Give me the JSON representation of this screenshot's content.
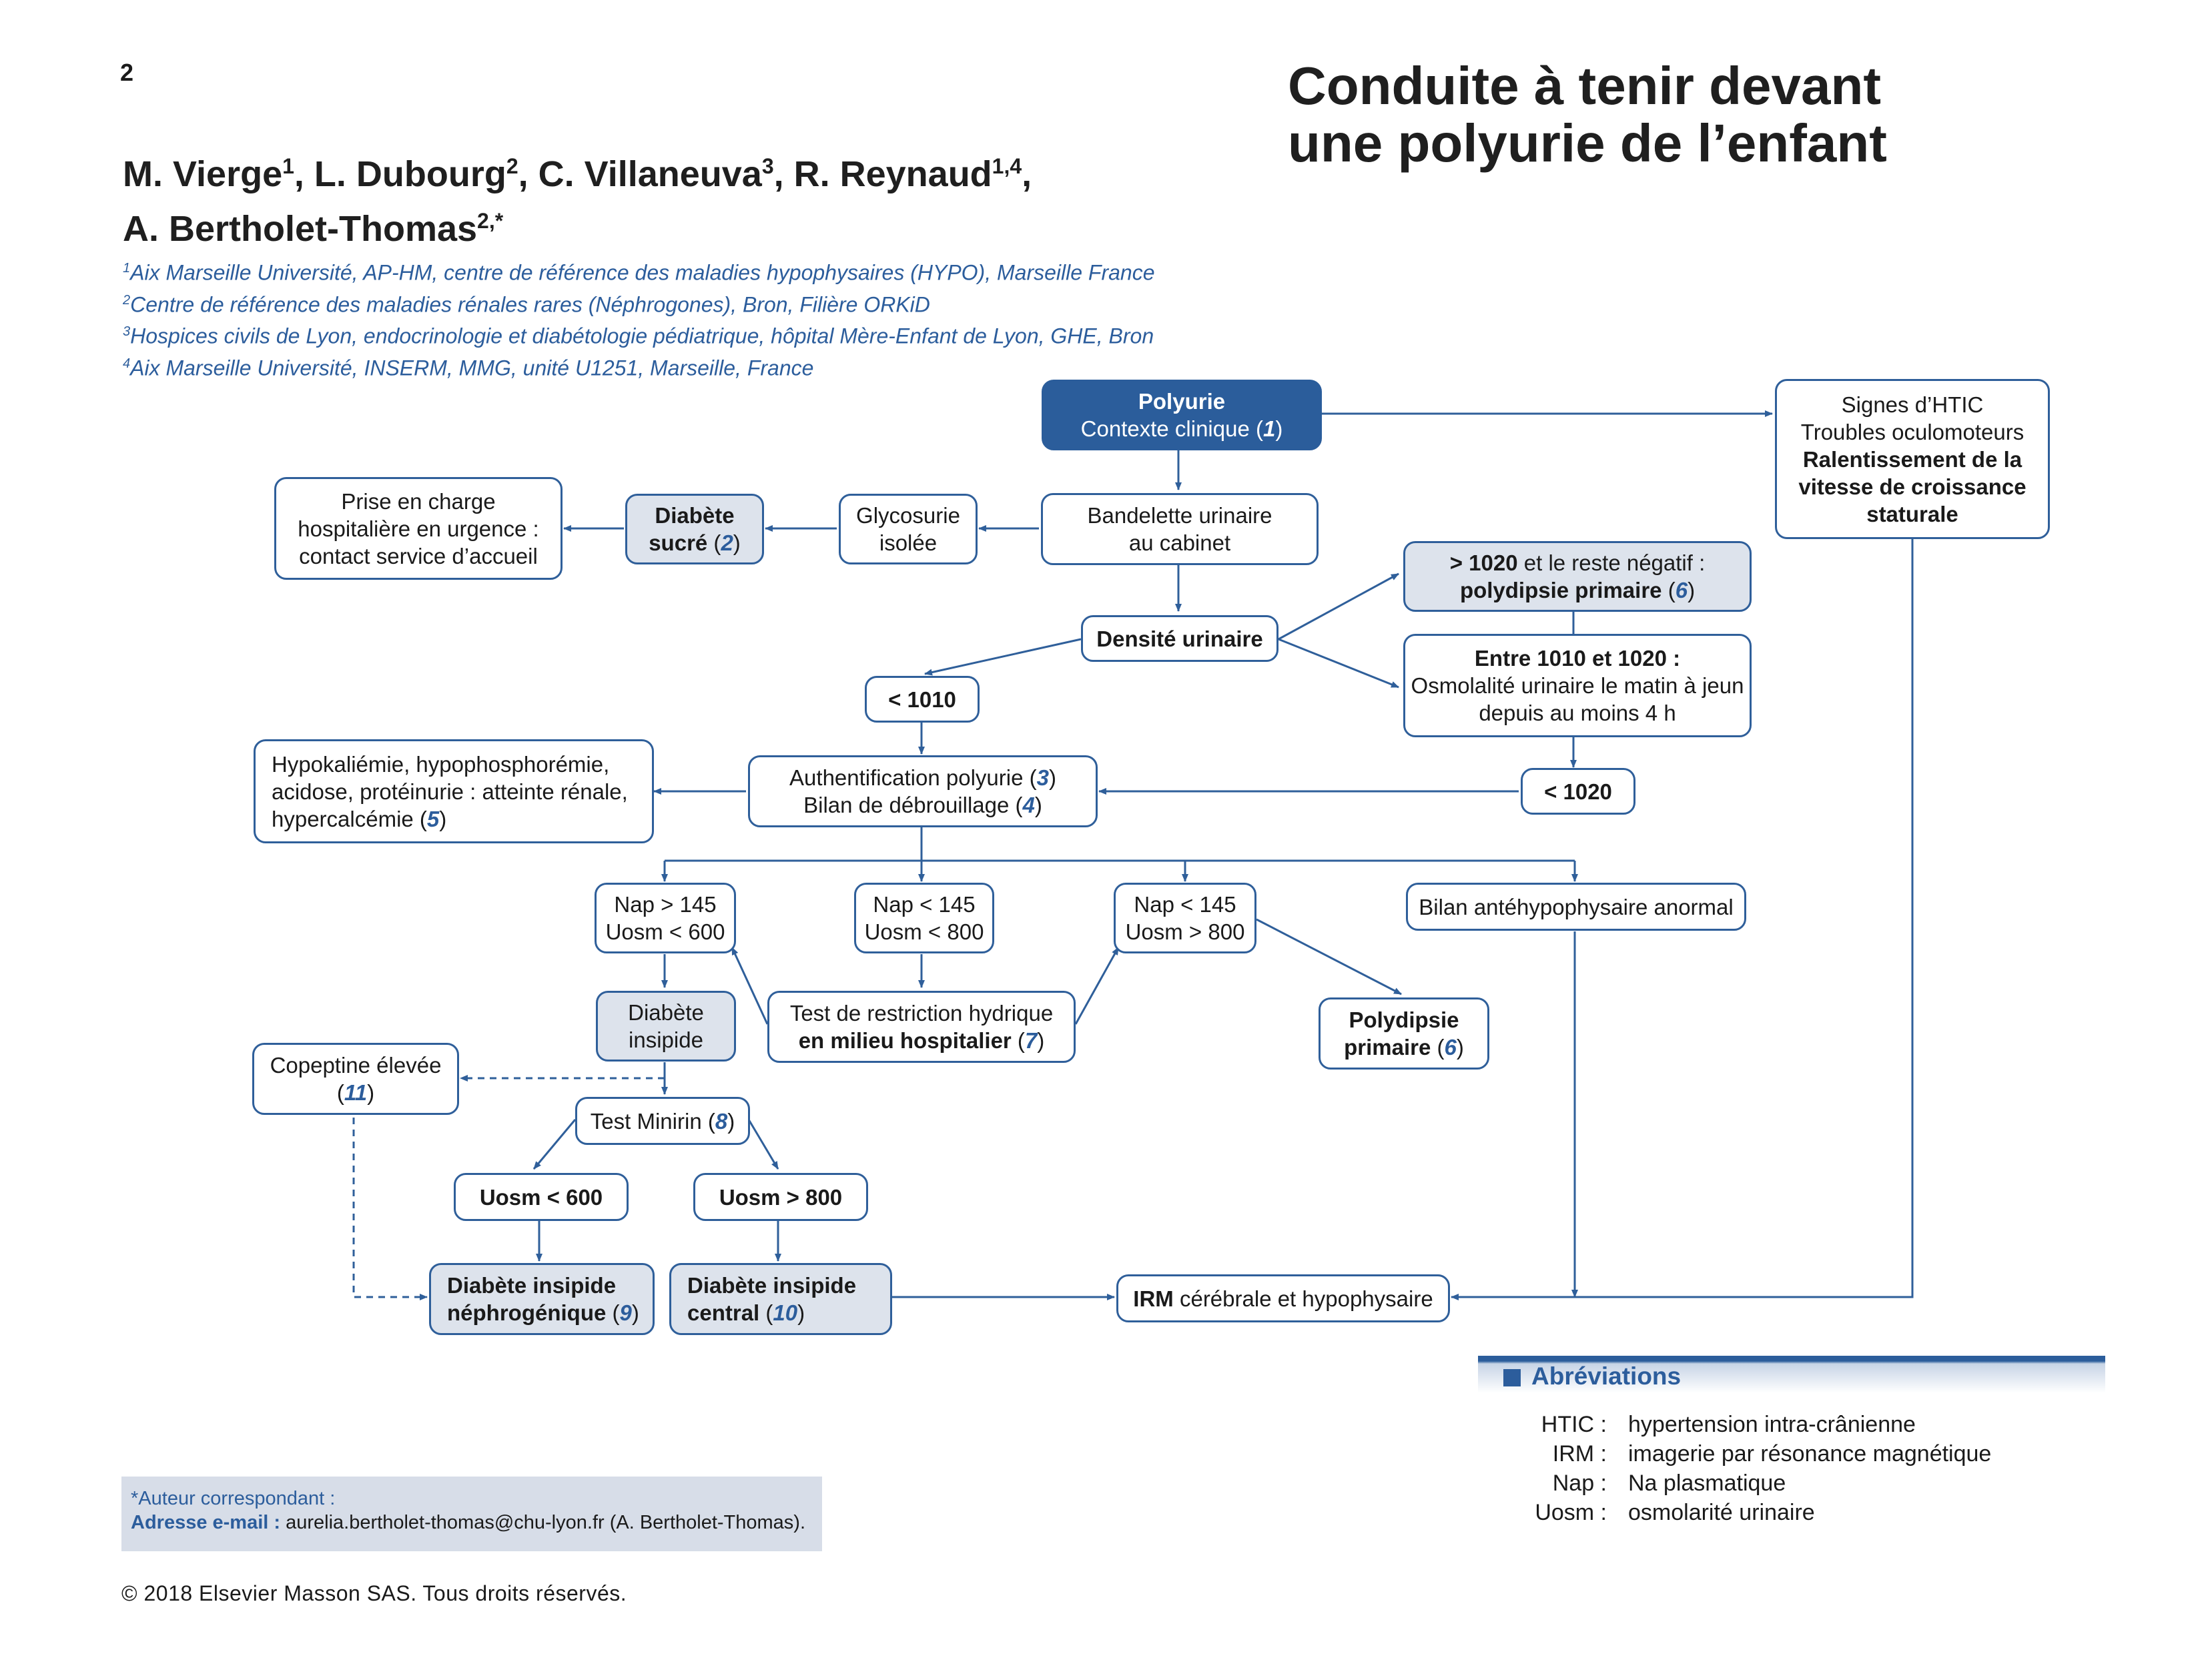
{
  "header": {
    "page_number": "2",
    "title_line1": "Conduite à tenir devant",
    "title_line2": "une polyurie de l’enfant"
  },
  "authors": {
    "a1": "M. Vierge",
    "a1_sup": "1",
    "a2": ", L. Dubourg",
    "a2_sup": "2",
    "a3": ", C. Villaneuva",
    "a3_sup": "3",
    "a4": ", R. Reynaud",
    "a4_sup": "1,4",
    "a4_after": ",",
    "a5": "A. Bertholet-Thomas",
    "a5_sup": "2,*"
  },
  "affiliations": [
    {
      "sup": "1",
      "text": "Aix Marseille Université, AP-HM, centre de référence des maladies hypophysaires (HYPO), Marseille France"
    },
    {
      "sup": "2",
      "text": "Centre de référence des maladies rénales rares (Néphrogones), Bron, Filière ORKiD"
    },
    {
      "sup": "3",
      "text": "Hospices civils de Lyon, endocrinologie et diabétologie pédiatrique, hôpital Mère-Enfant de Lyon, GHE, Bron"
    },
    {
      "sup": "4",
      "text": "Aix Marseille Université, INSERM, MMG, unité U1251, Marseille, France"
    }
  ],
  "nodes": {
    "polyurie": {
      "l1": "Polyurie",
      "l2": "Contexte clinique (",
      "ref": "1",
      "close": ")"
    },
    "htic": {
      "l1": "Signes d’HTIC",
      "l2": "Troubles oculomoteurs",
      "l3": "Ralentissement de la",
      "l4": "vitesse de croissance",
      "l5": "staturale"
    },
    "prise": {
      "l1": "Prise en charge",
      "l2": "hospitalière en urgence :",
      "l3": "contact service d’accueil"
    },
    "diabete_sucre": {
      "l1": "Diabète",
      "l2": "sucré",
      "l2b": " (",
      "ref": "2",
      "close": ")"
    },
    "glycosurie": {
      "l1": "Glycosurie",
      "l2": "isolée"
    },
    "bandelette": {
      "l1": "Bandelette urinaire",
      "l2": "au cabinet"
    },
    "sup1020": {
      "bold": "> 1020",
      "rest": " et le reste négatif :",
      "l2": "polydipsie primaire",
      "l2b": " (",
      "ref": "6",
      "close": ")"
    },
    "densite": {
      "l1": "Densité urinaire"
    },
    "entre": {
      "l1": "Entre 1010 et 1020 :",
      "l2": "Osmolalité urinaire le matin à jeun",
      "l3": "depuis au moins 4 h"
    },
    "inf1010": {
      "l1": "< 1010"
    },
    "inf1020": {
      "l1": "< 1020"
    },
    "hypok": {
      "l1": "Hypokaliémie, hypophosphorémie,",
      "l2": "acidose, protéinurie : atteinte rénale,",
      "l3": "hypercalcémie (",
      "ref": "5",
      "close": ")"
    },
    "auth": {
      "l1": "Authentification polyurie (",
      "ref1": "3",
      "c1": ")",
      "l2": "Bilan de débrouillage (",
      "ref2": "4",
      "c2": ")"
    },
    "nap1": {
      "l1": "Nap > 145",
      "l2": "Uosm < 600"
    },
    "nap2": {
      "l1": "Nap < 145",
      "l2": "Uosm < 800"
    },
    "nap3": {
      "l1": "Nap < 145",
      "l2": "Uosm > 800"
    },
    "bilan_ante": {
      "l1": "Bilan antéhypophysaire anormal"
    },
    "di": {
      "l1": "Diabète",
      "l2": "insipide"
    },
    "test_restr": {
      "l1": "Test de restriction hydrique",
      "l2": "en milieu hospitalier",
      "l2b": " (",
      "ref": "7",
      "close": ")"
    },
    "polydipsie": {
      "l1": "Polydipsie",
      "l2": "primaire",
      "l2b": " (",
      "ref": "6",
      "close": ")"
    },
    "copeptine": {
      "l1": "Copeptine élevée",
      "l2": "(",
      "ref": "11",
      "close": ")"
    },
    "minirin": {
      "l1": "Test Minirin (",
      "ref": "8",
      "close": ")"
    },
    "uosm600": {
      "l1": "Uosm < 600"
    },
    "uosm800": {
      "l1": "Uosm > 800"
    },
    "di_nephro": {
      "l1": "Diabète insipide",
      "l2": "néphrogénique",
      "l2b": " (",
      "ref": "9",
      "close": ")"
    },
    "di_central": {
      "l1": "Diabète insipide",
      "l2": "central",
      "l2b": " (",
      "ref": "10",
      "close": ")"
    },
    "irm": {
      "bold": "IRM",
      "rest": " cérébrale et hypophysaire"
    }
  },
  "abbreviations": {
    "title": "Abréviations",
    "items": [
      {
        "key": "HTIC :",
        "value": "hypertension intra-crânienne"
      },
      {
        "key": "IRM :",
        "value": "imagerie par résonance magnétique"
      },
      {
        "key": "Nap :",
        "value": "Na plasmatique"
      },
      {
        "key": "Uosm :",
        "value": "osmolarité urinaire"
      }
    ]
  },
  "corresponding": {
    "line1": "*Auteur correspondant :",
    "label": "Adresse e-mail :",
    "email": " aurelia.bertholet-thomas@chu-lyon.fr (A. Bertholet-Thomas)."
  },
  "copyright": "© 2018 Elsevier Masson SAS. Tous droits réservés.",
  "colors": {
    "accent": "#2b5d9b",
    "shade": "#dde3ec",
    "line": "#2f5f9a"
  }
}
